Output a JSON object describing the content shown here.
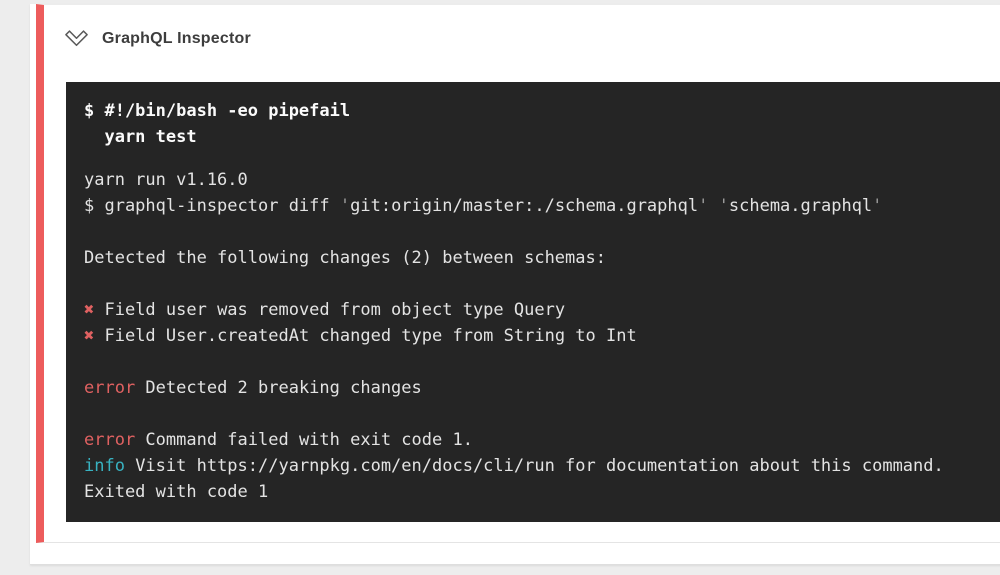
{
  "header": {
    "title": "GraphQL Inspector",
    "icon": "chevron-down-icon"
  },
  "colors": {
    "accent_red": "#ed5c5c",
    "error_red": "#df6161",
    "info_cyan": "#38b2c1",
    "terminal_bg": "#252525"
  },
  "terminal": {
    "command": [
      "$ #!/bin/bash -eo pipefail",
      "  yarn test"
    ],
    "lines": [
      [
        {
          "t": "yarn run v1.16.0",
          "s": "plain"
        }
      ],
      [
        {
          "t": "$ graphql-inspector diff ",
          "s": "plain"
        },
        {
          "t": "'",
          "s": "dim"
        },
        {
          "t": "git:origin/master:./schema.graphql",
          "s": "plain"
        },
        {
          "t": "'",
          "s": "dim"
        },
        {
          "t": " ",
          "s": "plain"
        },
        {
          "t": "'",
          "s": "dim"
        },
        {
          "t": "schema.graphql",
          "s": "plain"
        },
        {
          "t": "'",
          "s": "dim"
        }
      ],
      [],
      [
        {
          "t": "Detected the following changes (2) between schemas:",
          "s": "plain"
        }
      ],
      [],
      [
        {
          "t": "✖",
          "s": "red"
        },
        {
          "t": " Field user was removed from object type Query",
          "s": "plain"
        }
      ],
      [
        {
          "t": "✖",
          "s": "red"
        },
        {
          "t": " Field User.createdAt changed type from String to Int",
          "s": "plain"
        }
      ],
      [],
      [
        {
          "t": "error",
          "s": "red"
        },
        {
          "t": " Detected 2 breaking changes",
          "s": "plain"
        }
      ],
      [],
      [
        {
          "t": "error",
          "s": "red"
        },
        {
          "t": " Command failed with exit code 1.",
          "s": "plain"
        }
      ],
      [
        {
          "t": "info",
          "s": "cyan"
        },
        {
          "t": " Visit https://yarnpkg.com/en/docs/cli/run for documentation about this command.",
          "s": "plain"
        }
      ],
      [
        {
          "t": "Exited with code 1",
          "s": "plain"
        }
      ]
    ]
  }
}
